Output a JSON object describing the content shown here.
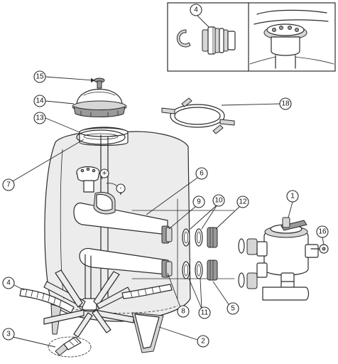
{
  "callouts": {
    "c1": "1",
    "c2": "2",
    "c3": "3",
    "c4_inset": "4",
    "c4": "4",
    "c5": "5",
    "c6": "6",
    "c7": "7",
    "c8": "8",
    "c9": "9",
    "c10": "10",
    "c11": "11",
    "c12": "12",
    "c13": "13",
    "c14": "14",
    "c15": "15",
    "c16": "16",
    "c18": "18"
  },
  "signs": {
    "plus": "+",
    "minus": "-"
  }
}
